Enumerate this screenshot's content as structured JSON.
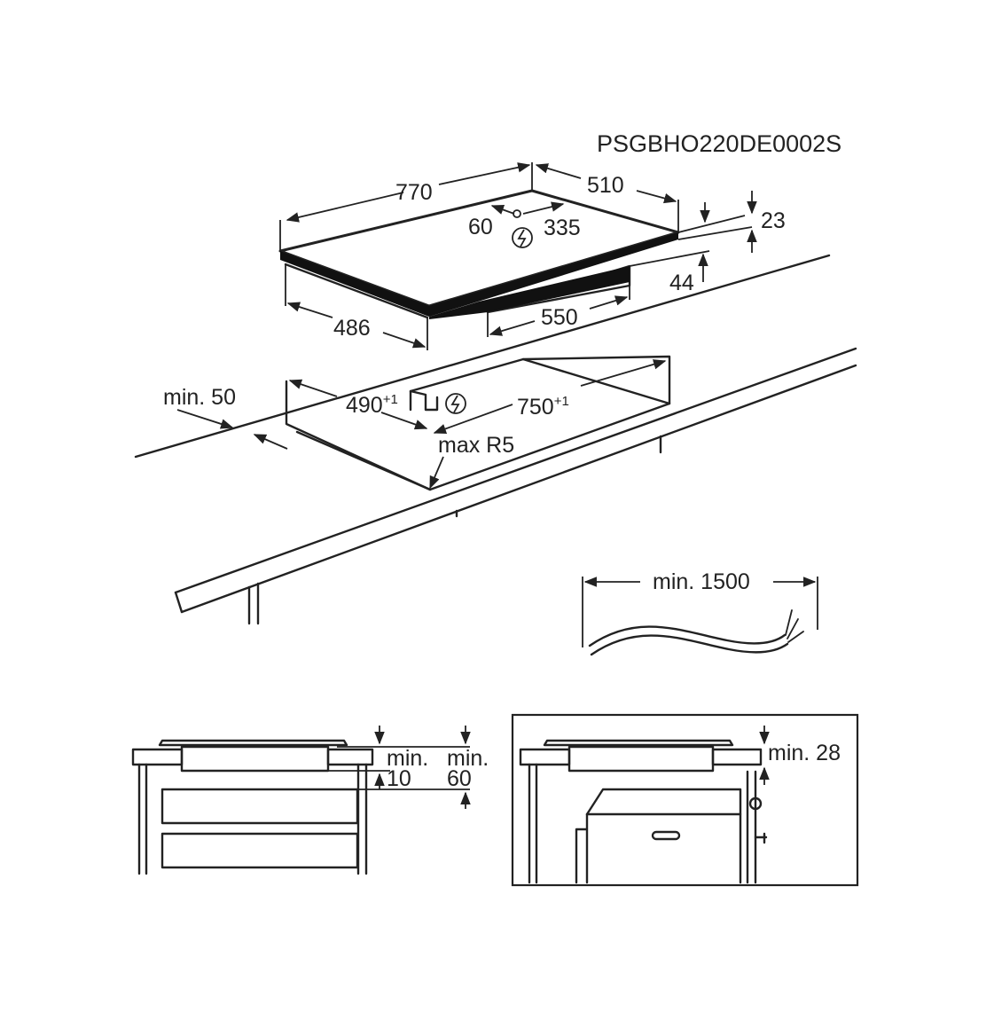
{
  "drawing_code": "PSGBHO220DE0002S",
  "hob_dims": {
    "width": "770",
    "depth": "510",
    "cable_offset": "60",
    "cable_pos": "335",
    "thickness": "23",
    "box_height": "44",
    "box_depth": "486",
    "box_width": "550"
  },
  "cutout_dims": {
    "min_edge": "min. 50",
    "depth": "490",
    "depth_tol": "+1",
    "width": "750",
    "width_tol": "+1",
    "radius": "max R5"
  },
  "cable": {
    "length": "min. 1500"
  },
  "clearances": {
    "drawer_min_a": "min.",
    "drawer_val_a": "10",
    "drawer_min_b": "min.",
    "drawer_val_b": "60",
    "oven_min": "min. 28"
  },
  "icons": [
    "electric-connection-icon"
  ]
}
